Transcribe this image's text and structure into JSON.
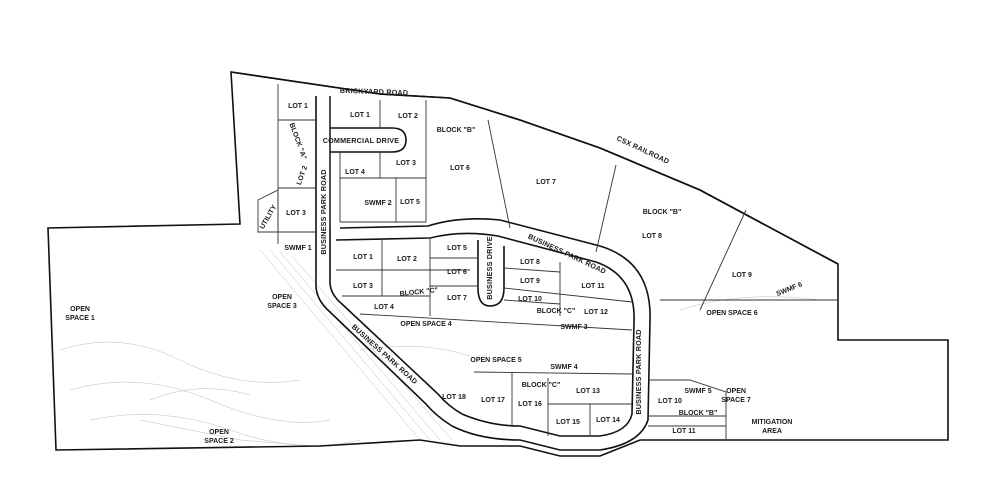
{
  "roads": {
    "brickyard": "BRICKYARD ROAD",
    "commercial": "COMMERCIAL DRIVE",
    "csx": "CSX RAILROAD",
    "bpr_west": "BUSINESS PARK ROAD",
    "bpr_north": "BUSINESS PARK ROAD",
    "bpr_south": "BUSINESS PARK ROAD",
    "bpr_east": "BUSINESS PARK ROAD",
    "business_drive": "BUSINESS DRIVE"
  },
  "block_a": {
    "label": "BLOCK \"A\"",
    "lot1": "LOT 1",
    "lot2": "LOT 2",
    "lot3": "LOT 3",
    "utility": "UTILITY",
    "swmf1": "SWMF 1"
  },
  "block_b_west": {
    "label": "BLOCK \"B\"",
    "lot1": "LOT 1",
    "lot2": "LOT 2",
    "lot3": "LOT 3",
    "lot4": "LOT 4",
    "lot5": "LOT 5",
    "lot6": "LOT 6",
    "lot7": "LOT 7",
    "swmf2": "SWMF 2"
  },
  "block_b_east": {
    "label": "BLOCK \"B\"",
    "lot8": "LOT 8",
    "lot9": "LOT 9",
    "swmf6": "SWMF 6",
    "open6": "OPEN SPACE 6"
  },
  "block_c": {
    "label_upper": "BLOCK \"C\"",
    "label_mid": "BLOCK \"C\"",
    "label_lower": "BLOCK \"C\"",
    "lot1": "LOT 1",
    "lot2": "LOT 2",
    "lot3": "LOT 3",
    "lot4": "LOT 4",
    "lot5": "LOT 5",
    "lot6": "LOT 6",
    "lot7": "LOT 7",
    "lot8": "LOT 8",
    "lot9": "LOT 9",
    "lot10": "LOT 10",
    "lot11": "LOT 11",
    "lot12": "LOT 12",
    "lot13": "LOT 13",
    "lot14": "LOT 14",
    "lot15": "LOT 15",
    "lot16": "LOT 16",
    "lot17": "LOT 17",
    "lot18": "LOT 18",
    "swmf3": "SWMF 3",
    "swmf4": "SWMF 4",
    "open4": "OPEN SPACE 4",
    "open5": "OPEN SPACE 5"
  },
  "block_b_south": {
    "label": "BLOCK \"B\"",
    "lot10": "LOT 10",
    "lot11": "LOT 11",
    "swmf5": "SWMF 5",
    "open7_line1": "OPEN",
    "open7_line2": "SPACE 7",
    "mitigation_line1": "MITIGATION",
    "mitigation_line2": "AREA"
  },
  "open_spaces": {
    "os1_line1": "OPEN",
    "os1_line2": "SPACE 1",
    "os2_line1": "OPEN",
    "os2_line2": "SPACE 2",
    "os3_line1": "OPEN",
    "os3_line2": "SPACE 3"
  }
}
